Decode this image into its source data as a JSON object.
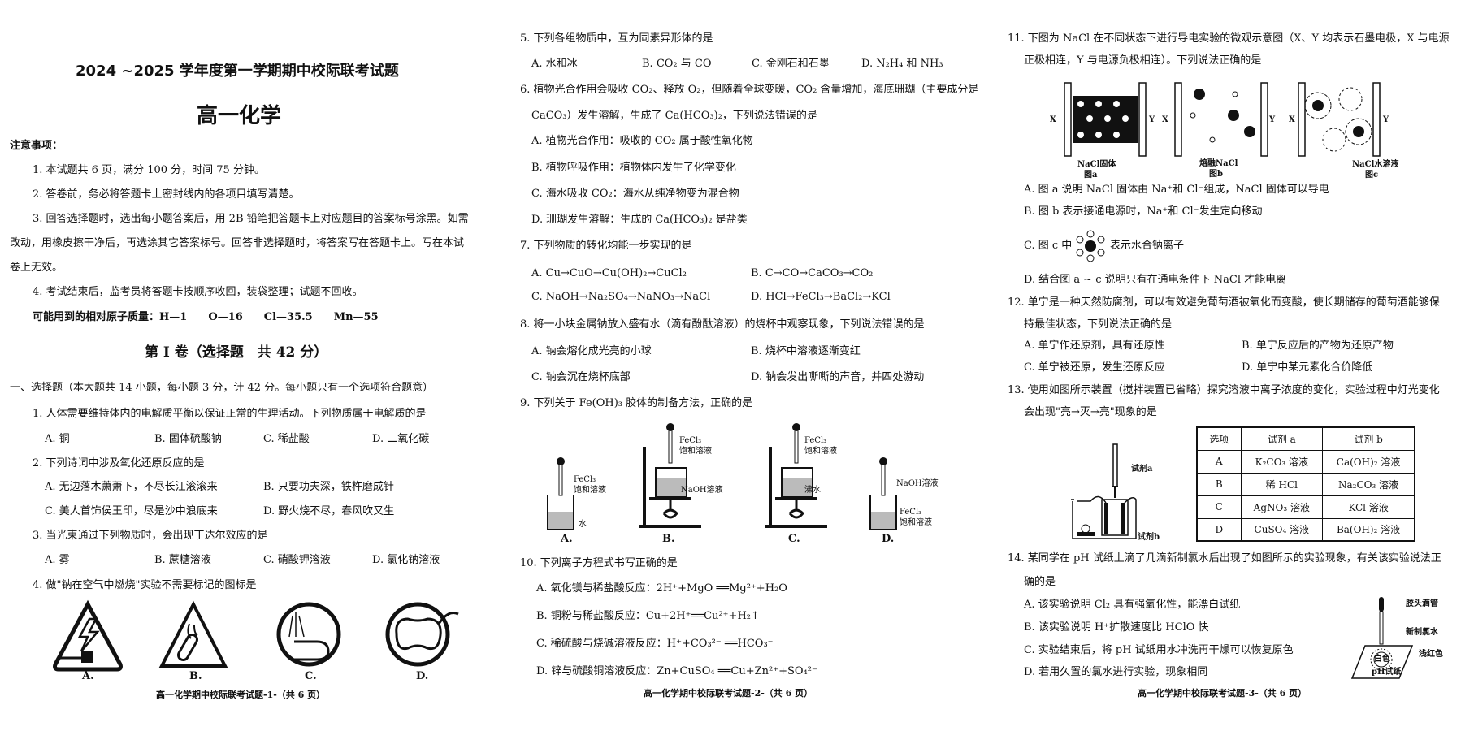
{
  "page1": {
    "exam_title": "2024 ~2025 学年度第一学期期中校际联考试题",
    "subject": "高一化学",
    "notice_heading": "注意事项：",
    "notices": [
      "1. 本试题共 6 页，满分 100 分，时间 75 分钟。",
      "2. 答卷前，务必将答题卡上密封线内的各项目填写清楚。",
      "3. 回答选择题时，选出每小题答案后，用 2B 铅笔把答题卡上对应题目的答案标号涂黑。如需",
      "改动，用橡皮擦干净后，再选涂其它答案标号。回答非选择题时，将答案写在答题卡上。写在本试",
      "卷上无效。",
      "4. 考试结束后，监考员将答题卡按顺序收回，装袋整理；试题不回收。"
    ],
    "atomic_mass": "可能用到的相对原子质量：H—1　　O—16　　Cl—35.5　　Mn—55",
    "part_title": "第 Ⅰ 卷（选择题　共 42 分）",
    "section_heading": "一、选择题（本大题共 14 小题，每小题 3 分，计 42 分。每小题只有一个选项符合题意）",
    "q1": {
      "stem": "1. 人体需要维持体内的电解质平衡以保证正常的生理活动。下列物质属于电解质的是",
      "options": [
        "A. 铜",
        "B. 固体硫酸钠",
        "C. 稀盐酸",
        "D. 二氧化碳"
      ]
    },
    "q2": {
      "stem": "2. 下列诗词中涉及氧化还原反应的是",
      "options": [
        "A. 无边落木萧萧下，不尽长江滚滚来",
        "B. 只要功夫深，铁杵磨成针",
        "C. 美人首饰侯王印，尽是沙中浪底来",
        "D. 野火烧不尽，春风吹又生"
      ]
    },
    "q3": {
      "stem": "3. 当光束通过下列物质时，会出现丁达尔效应的是",
      "options": [
        "A. 雾",
        "B. 蔗糖溶液",
        "C. 硝酸钾溶液",
        "D. 氯化钠溶液"
      ]
    },
    "q4": {
      "stem": "4. 做\"钠在空气中燃烧\"实验不需要标记的图标是",
      "labels": [
        "A.",
        "B.",
        "C.",
        "D."
      ]
    },
    "footer": "高一化学期中校际联考试题-1-（共 6 页）"
  },
  "page2": {
    "q5": {
      "stem": "5. 下列各组物质中，互为同素异形体的是",
      "options": [
        "A. 水和冰",
        "B. CO₂ 与 CO",
        "C. 金刚石和石墨",
        "D. N₂H₄ 和 NH₃"
      ]
    },
    "q6": {
      "stem": "6. 植物光合作用会吸收 CO₂、释放 O₂，但随着全球变暖，CO₂ 含量增加，海底珊瑚（主要成分是",
      "stem2": "CaCO₃）发生溶解，生成了 Ca(HCO₃)₂，下列说法错误的是",
      "options": [
        "A. 植物光合作用：吸收的 CO₂ 属于酸性氧化物",
        "B. 植物呼吸作用：植物体内发生了化学变化",
        "C. 海水吸收 CO₂：海水从纯净物变为混合物",
        "D. 珊瑚发生溶解：生成的 Ca(HCO₃)₂ 是盐类"
      ]
    },
    "q7": {
      "stem": "7. 下列物质的转化均能一步实现的是",
      "options": [
        "A. Cu→CuO→Cu(OH)₂→CuCl₂",
        "B. C→CO→CaCO₃→CO₂",
        "C. NaOH→Na₂SO₄→NaNO₃→NaCl",
        "D. HCl→FeCl₃→BaCl₂→KCl"
      ]
    },
    "q8": {
      "stem": "8. 将一小块金属钠放入盛有水（滴有酚酞溶液）的烧杯中观察现象，下列说法错误的是",
      "options": [
        "A. 钠会熔化成光亮的小球",
        "B. 烧杯中溶液逐渐变红",
        "C. 钠会沉在烧杯底部",
        "D. 钠会发出嘶嘶的声音，并四处游动"
      ]
    },
    "q9": {
      "stem": "9. 下列关于 Fe(OH)₃ 胶体的制备方法，正确的是",
      "fecl3": "FeCl₃",
      "saturated": "饱和溶液",
      "water": "水",
      "naoh": "NaOH溶液",
      "boiling": "沸水",
      "labels": [
        "A.",
        "B.",
        "C.",
        "D."
      ]
    },
    "q10": {
      "stem": "10. 下列离子方程式书写正确的是",
      "options": [
        "A. 氧化镁与稀盐酸反应：2H⁺+MgO ══Mg²⁺+H₂O",
        "B. 铜粉与稀盐酸反应：Cu+2H⁺══Cu²⁺+H₂↑",
        "C. 稀硫酸与烧碱溶液反应：H⁺+CO₃²⁻ ══HCO₃⁻",
        "D. 锌与硫酸铜溶液反应：Zn+CuSO₄ ══Cu+Zn²⁺+SO₄²⁻"
      ]
    },
    "footer": "高一化学期中校际联考试题-2-（共 6 页）"
  },
  "page3": {
    "q11": {
      "stem": "11. 下图为 NaCl 在不同状态下进行导电实验的微观示意图（X、Y 均表示石墨电极，X 与电源",
      "stem2": "正极相连，Y 与电源负极相连）。下列说法正确的是",
      "x": "X",
      "y": "Y",
      "fig_a": "NaCl固体",
      "fig_a_label": "图a",
      "fig_b": "熔融NaCl",
      "fig_b_label": "图b",
      "fig_c": "NaCl水溶液",
      "fig_c_label": "图c",
      "options": [
        "A. 图 a 说明 NaCl 固体由 Na⁺和 Cl⁻组成，NaCl 固体可以导电",
        "B. 图 b 表示接通电源时，Na⁺和 Cl⁻发生定向移动",
        "C. 图 c 中",
        "D. 结合图 a ~ c 说明只有在通电条件下 NaCl 才能电离"
      ],
      "option_c_tail": "表示水合钠离子"
    },
    "q12": {
      "stem": "12. 单宁是一种天然防腐剂，可以有效避免葡萄酒被氧化而变酸，使长期储存的葡萄酒能够保",
      "stem2": "持最佳状态，下列说法正确的是",
      "options": [
        "A. 单宁作还原剂，具有还原性",
        "B. 单宁反应后的产物为还原产物",
        "C. 单宁被还原，发生还原反应",
        "D. 单宁中某元素化合价降低"
      ]
    },
    "q13": {
      "stem": "13. 使用如图所示装置（搅拌装置已省略）探究溶液中离子浓度的变化，实验过程中灯光变化",
      "stem2": "会出现\"亮→灭→亮\"现象的是",
      "reagent_a": "试剂a",
      "reagent_b": "试剂b",
      "table": {
        "headers": [
          "选项",
          "试剂 a",
          "试剂 b"
        ],
        "rows": [
          [
            "A",
            "K₂CO₃ 溶液",
            "Ca(OH)₂ 溶液"
          ],
          [
            "B",
            "稀 HCl",
            "Na₂CO₃ 溶液"
          ],
          [
            "C",
            "AgNO₃ 溶液",
            "KCl 溶液"
          ],
          [
            "D",
            "CuSO₄ 溶液",
            "Ba(OH)₂ 溶液"
          ]
        ]
      }
    },
    "q14": {
      "stem": "14. 某同学在 pH 试纸上滴了几滴新制氯水后出现了如图所示的实验现象，有关该实验说法正",
      "stem2": "确的是",
      "options": [
        "A. 该实验说明 Cl₂ 具有强氧化性，能漂白试纸",
        "B. 该实验说明 H⁺扩散速度比 HClO 快",
        "C. 实验结束后，将 pH 试纸用水冲洗再干燥可以恢复原色",
        "D. 若用久置的氯水进行实验，现象相同"
      ],
      "dropper": "胶头滴管",
      "chlorine_water": "新制氯水",
      "light_red": "浅红色",
      "white": "白色",
      "ph_paper": "pH试纸"
    },
    "footer": "高一化学期中校际联考试题-3-（共 6 页）"
  }
}
